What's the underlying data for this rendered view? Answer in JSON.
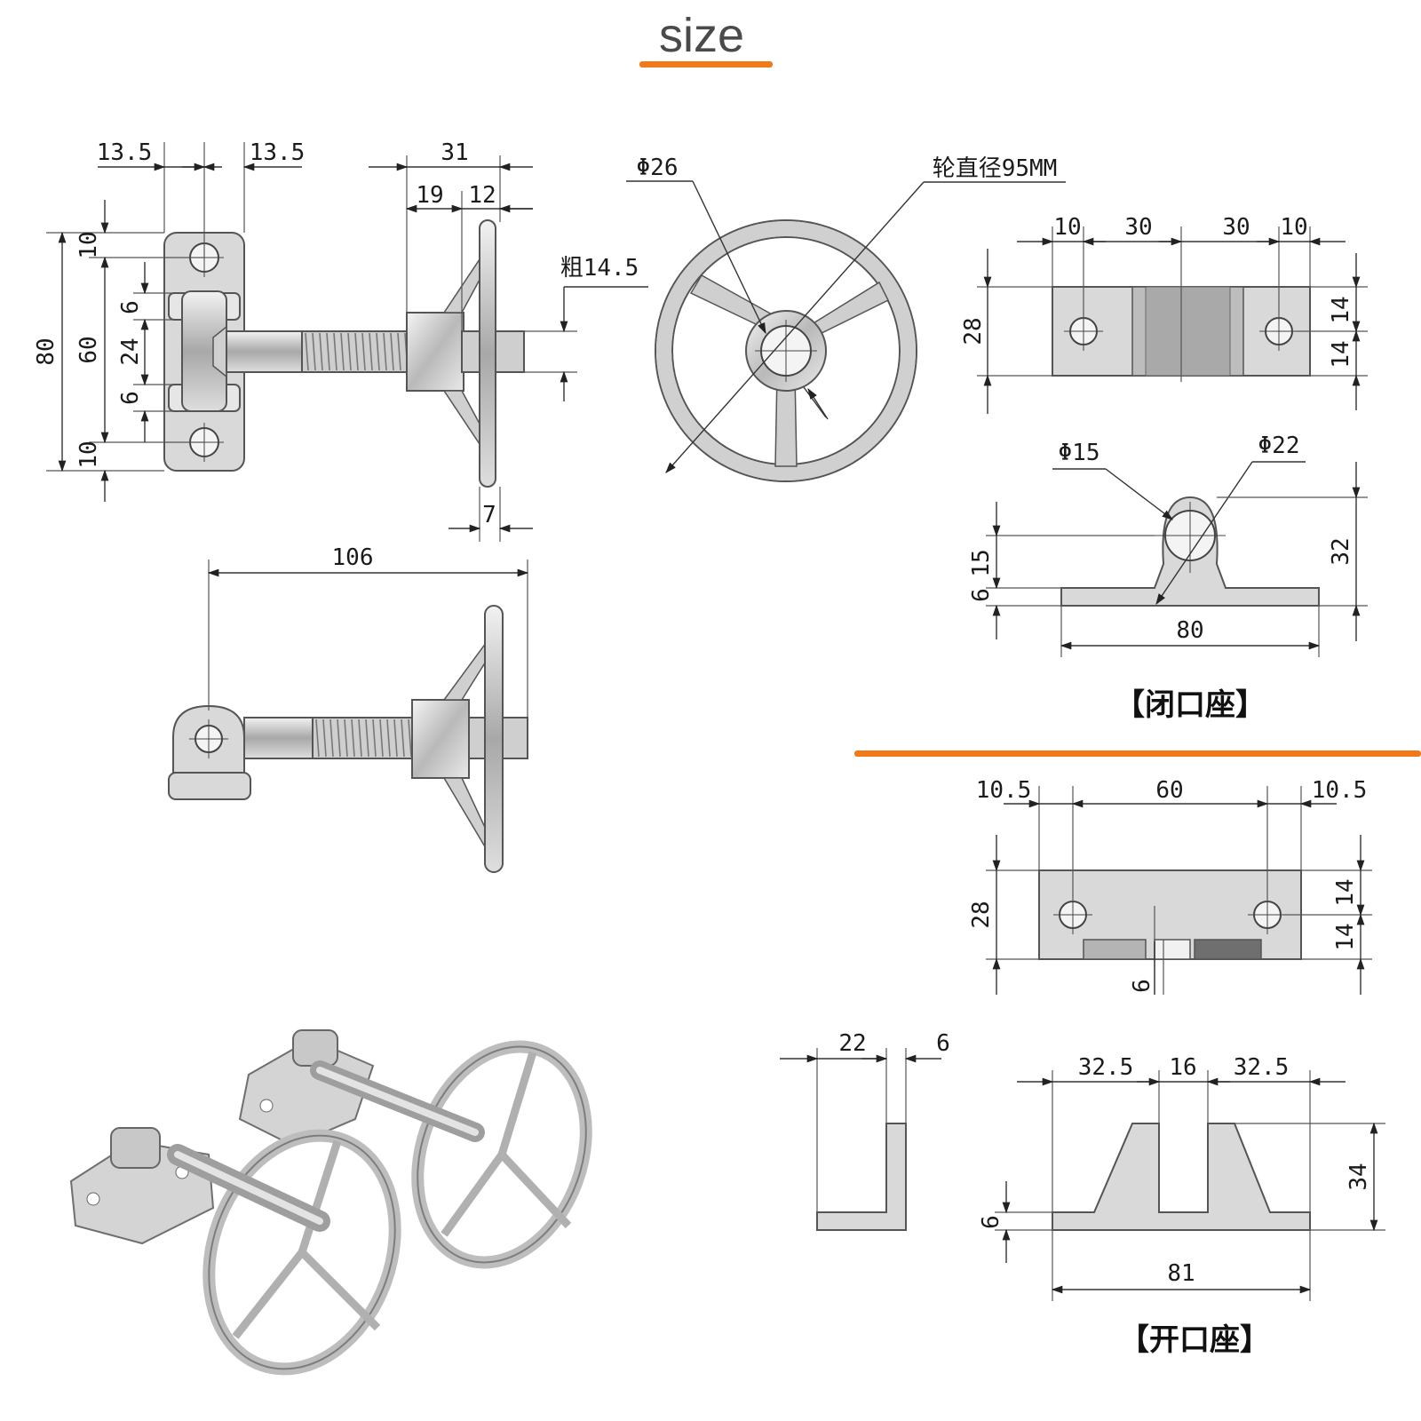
{
  "title": "size",
  "colors": {
    "accent": "#f07a1a",
    "part_fill": "#d9d9d9",
    "outline": "#555555"
  },
  "front_view": {
    "w1": "13.5",
    "w2": "13.5",
    "h_total": "80",
    "h_holes": "60",
    "top": "10",
    "bottom": "10",
    "pin_span": "24",
    "pin_top": "6",
    "pin_bottom": "6"
  },
  "side_view": {
    "total": "31",
    "part1": "19",
    "part2": "12",
    "rod_label": "粗14.5",
    "rim": "7"
  },
  "length_view": {
    "length": "106"
  },
  "wheel_view": {
    "hub": "Φ26",
    "wheel_label": "轮直径95MM"
  },
  "closed_seat": {
    "caption": "【闭口座】",
    "top": {
      "d1": "10",
      "d2": "30",
      "d3": "30",
      "d4": "10",
      "height": "28",
      "h1": "14",
      "h2": "14"
    },
    "front": {
      "d_small": "Φ15",
      "d_large": "Φ22",
      "height": "32",
      "base": "6",
      "upper": "15",
      "width": "80"
    }
  },
  "open_seat": {
    "caption": "【开口座】",
    "top": {
      "d1": "10.5",
      "d2": "60",
      "d3": "10.5",
      "height": "28",
      "h1": "14",
      "h2": "14",
      "slot": "6"
    },
    "side": {
      "d1": "22",
      "d2": "6"
    },
    "front": {
      "d1": "32.5",
      "d2": "16",
      "d3": "32.5",
      "height": "34",
      "base": "6",
      "width": "81"
    }
  },
  "photo": {
    "icon": "product-photo-icon"
  }
}
